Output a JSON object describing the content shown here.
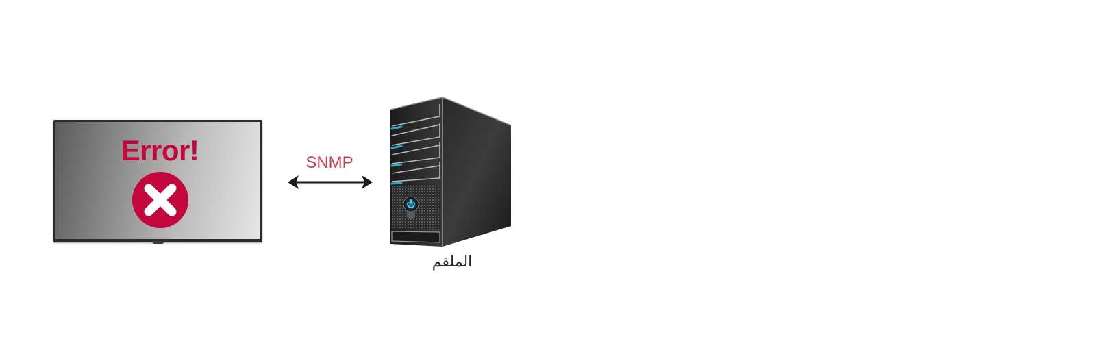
{
  "diagram": {
    "display": {
      "error_title": "Error!",
      "error_icon": "x-circle-icon",
      "error_color": "#c4063f"
    },
    "connection": {
      "protocol_label": "SNMP",
      "label_color": "#cc3a4e",
      "arrow": "bidirectional-arrow-icon"
    },
    "server": {
      "label": "الملقم",
      "icon": "server-tower-icon",
      "accent_color": "#2fa8c8"
    }
  }
}
